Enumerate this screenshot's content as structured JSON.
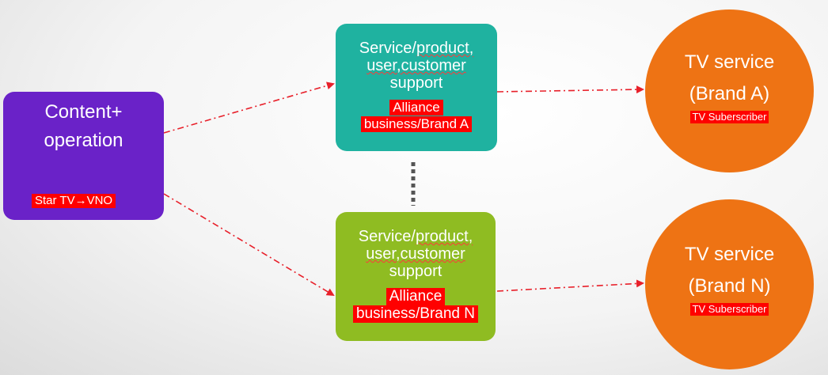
{
  "content_box": {
    "title_line1": "Content+",
    "title_line2": "operation",
    "tag": "Star TV→VNO"
  },
  "service_a": {
    "line1": "Service/product,",
    "line2": "user,customer",
    "line3": "support",
    "tag_line1": "Alliance",
    "tag_line2": "business/Brand A"
  },
  "service_n": {
    "line1": "Service/product,",
    "line2": "user,customer",
    "line3": "support",
    "tag_line1": "Alliance",
    "tag_line2": "business/Brand N"
  },
  "tv_a": {
    "line1": "TV service",
    "line2": "(Brand A)",
    "tag": "TV Suberscriber"
  },
  "tv_n": {
    "line1": "TV service",
    "line2": "(Brand N)",
    "tag": "TV Suberscriber"
  },
  "colors": {
    "content_box": "#6a22c8",
    "service_a": "#1fb2a0",
    "service_n": "#8fbc22",
    "tv_circle": "#ee7314",
    "tag_bg": "#ff0000",
    "arrow": "#e8202a",
    "connector": "#555555"
  }
}
